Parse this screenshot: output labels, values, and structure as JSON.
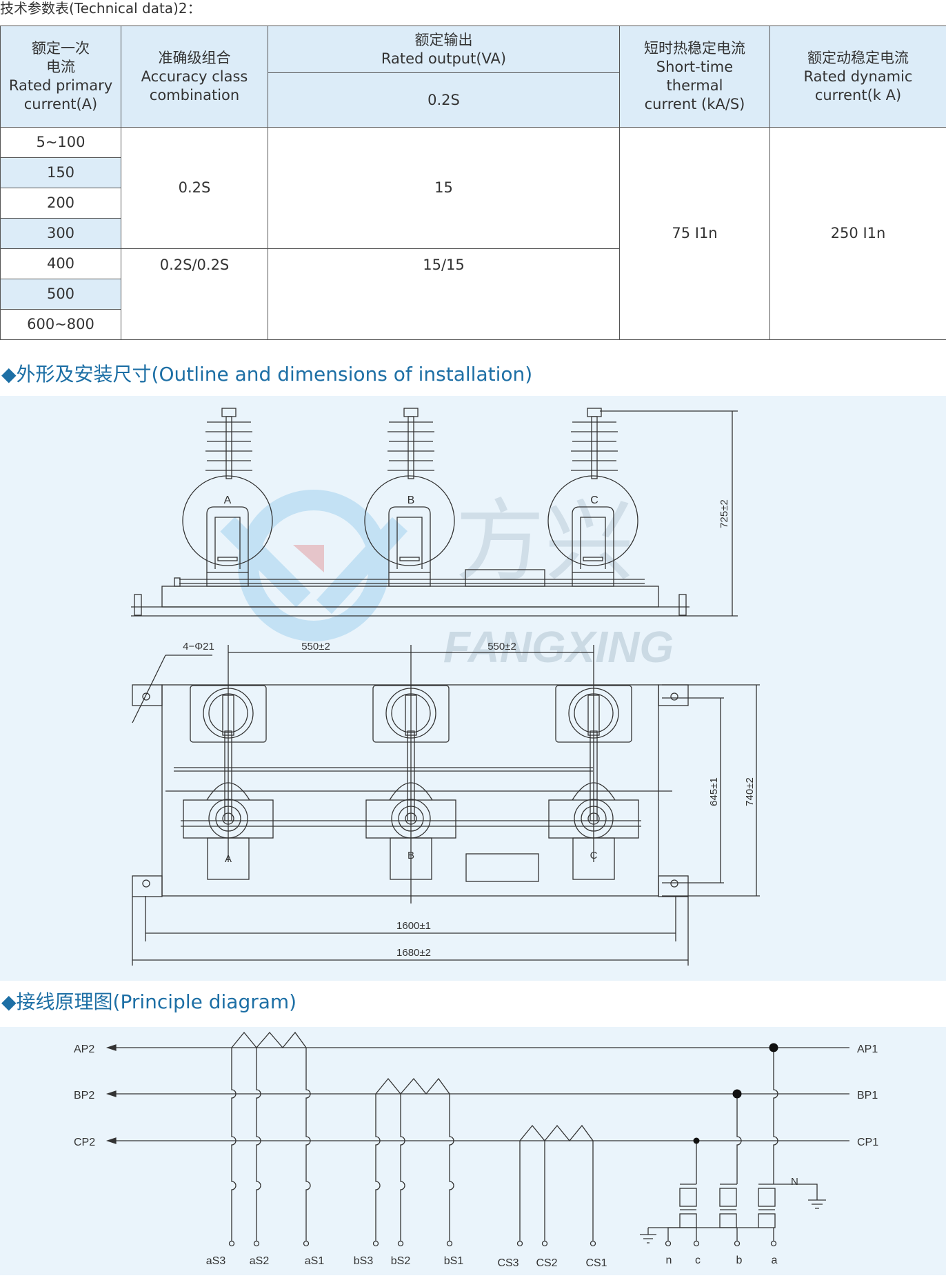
{
  "caption": "技术参数表(Technical data)2：",
  "table": {
    "headers": {
      "rated_primary_current": [
        "额定一次",
        "电流",
        "Rated primary",
        "current(A)"
      ],
      "accuracy_class": [
        "准确级组合",
        "Accuracy class",
        "combination"
      ],
      "rated_output": [
        "额定输出",
        "Rated output(VA)"
      ],
      "rated_output_sub": "0.2S",
      "short_time": [
        "短时热稳定电流",
        "Short-time",
        "thermal",
        "current (kA/S)"
      ],
      "dynamic": [
        "额定动稳定电流",
        "Rated dynamic",
        "current(k A)"
      ]
    },
    "currents": [
      "5~100",
      "150",
      "200",
      "300",
      "400",
      "500",
      "600~800"
    ],
    "accuracy_values": [
      "0.2S",
      "0.2S/0.2S"
    ],
    "output_values": [
      "15",
      "15/15"
    ],
    "short_time_value": "75 I1n",
    "dynamic_value": "250 I1n"
  },
  "section_outline": "◆外形及安装尺寸(Outline and dimensions of installation)",
  "section_principle": "◆接线原理图(Principle diagram)",
  "outline": {
    "phase_labels": [
      "A",
      "B",
      "C"
    ],
    "dim_height": "725±2",
    "dim_holes": "4−Φ21",
    "dim_spacing": "550±2",
    "dim_645": "645±1",
    "dim_740": "740±2",
    "dim_1600": "1600±1",
    "dim_1680": "1680±2",
    "watermark_cn": "方兴",
    "watermark_en": "FANGXING"
  },
  "principle": {
    "left_labels": [
      "AP2",
      "BP2",
      "CP2"
    ],
    "right_labels": [
      "AP1",
      "BP1",
      "CP1"
    ],
    "n_label": "N",
    "terminals": [
      "aS3",
      "aS2",
      "aS1",
      "bS3",
      "bS2",
      "bS1",
      "CS3",
      "CS2",
      "CS1",
      "n",
      "c",
      "b",
      "a"
    ]
  },
  "colors": {
    "header_bg": "#dcecf8",
    "panel_bg": "#eaf4fb",
    "title_blue": "#1d6fa5"
  }
}
